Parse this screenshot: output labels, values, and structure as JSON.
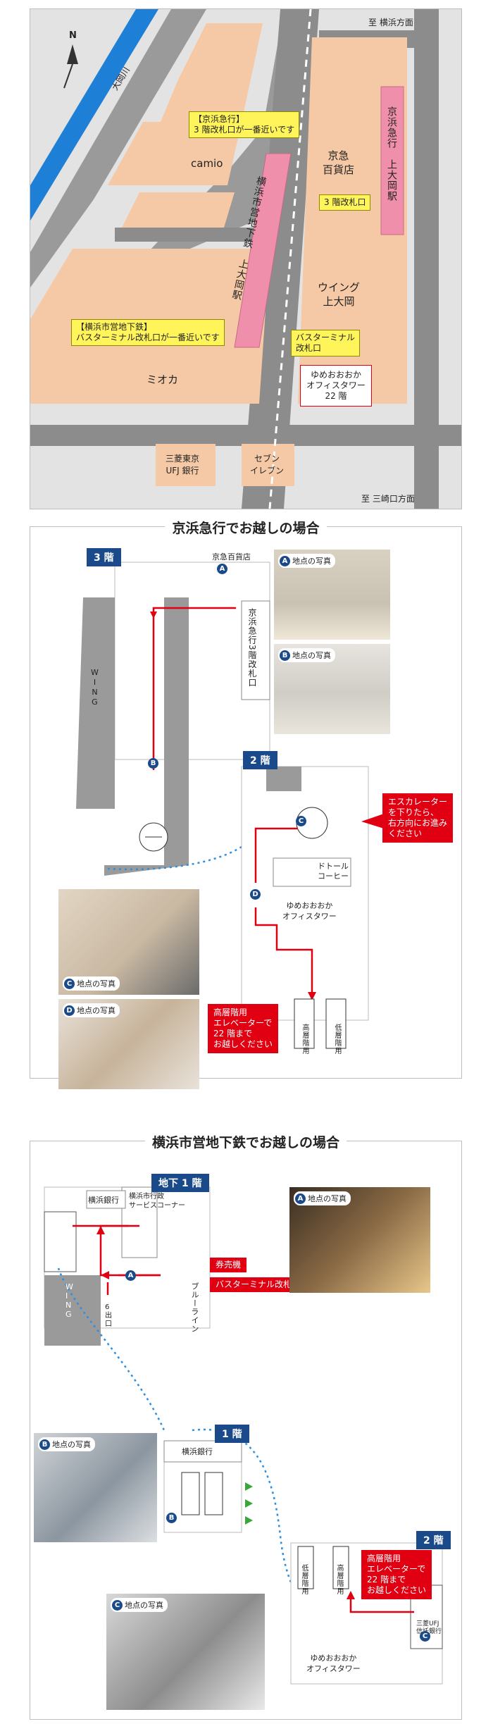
{
  "map": {
    "river": "大岡川",
    "north": "N",
    "to_yokohama": "至 横浜方面",
    "to_mitsuzawa": "至 三崎口方面",
    "camio": "camio",
    "keikyu_dept": "京急\n百貨店",
    "wing": "ウイング\n上大岡",
    "mioka": "ミオカ",
    "subway_station": "横浜市営地下鉄　上大岡駅",
    "keikyu_station": "京浜急行　上大岡駅",
    "callout_keikyu": "【京浜急行】\n3 階改札口が一番近いです",
    "keikyu_gate": "3 階改札口",
    "callout_subway": "【横浜市営地下鉄】\nバスターミナル改札口が一番近いです",
    "bus_gate": "バスターミナル\n改札口",
    "target": "ゆめおおおか\nオフィスタワー\n22 階",
    "ufj": "三菱東京\nUFJ 銀行",
    "seven": "セブン\nイレブン"
  },
  "keikyu_section": {
    "title": "京浜急行でお越しの場合",
    "floor3": "3 階",
    "floor2": "2 階",
    "dept": "京急百貨店",
    "gate3": "京浜急行3階改札口",
    "wing": "W\nI\nN\nG",
    "photo_a": "地点の写真",
    "photo_b": "地点の写真",
    "photo_c": "地点の写真",
    "photo_d": "地点の写真",
    "escalator_note": "エスカレーター\nを下りたら、\n右方向にお進み\nください",
    "doutor": "ドトール\nコーヒー",
    "office": "ゆめおおおか\nオフィスタワー",
    "elevator_note": "高層階用\nエレベーターで\n22 階まで\nお越しください",
    "high_elev": "高層階用",
    "low_elev": "低層階用",
    "letters": [
      "A",
      "B",
      "C",
      "D"
    ]
  },
  "subway_section": {
    "title": "横浜市営地下鉄でお越しの場合",
    "b1": "地下 1 階",
    "f1": "1 階",
    "f2": "2 階",
    "hamagin": "横浜銀行",
    "admin": "横浜市行政\nサービスコーナー",
    "ticket": "券売機",
    "bus_gate": "バスターミナル改札",
    "blueline": "ブルーライン",
    "wing": "W\nI\nN\nG",
    "exit6": "6\n出\n口",
    "hamagin_1f": "横浜銀行",
    "photo_a": "地点の写真",
    "photo_b": "地点の写真",
    "photo_c": "地点の写真",
    "low_elev": "低層階用",
    "high_elev": "高層階用",
    "elevator_note": "高層階用\nエレベーターで\n22 階まで\nお越しください",
    "trust_bank": "三菱UFJ\n信託銀行",
    "office": "ゆめおおおか\nオフィスタワー"
  }
}
